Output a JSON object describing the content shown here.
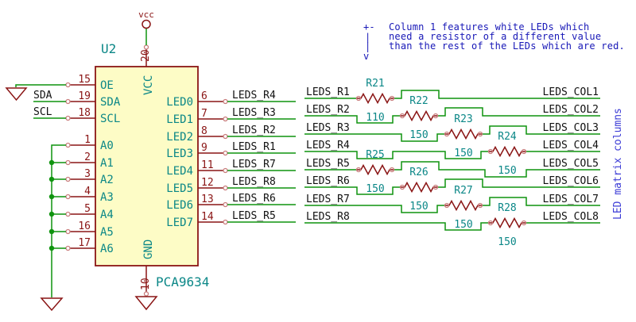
{
  "ic": {
    "reference": "U2",
    "part_number": "PCA9634",
    "left_pins": [
      {
        "number": "15",
        "name": "OE",
        "net": ""
      },
      {
        "number": "19",
        "name": "SDA",
        "net": "SDA"
      },
      {
        "number": "18",
        "name": "SCL",
        "net": "SCL"
      },
      {
        "number": "1",
        "name": "A0"
      },
      {
        "number": "2",
        "name": "A1"
      },
      {
        "number": "3",
        "name": "A2"
      },
      {
        "number": "4",
        "name": "A3"
      },
      {
        "number": "5",
        "name": "A4"
      },
      {
        "number": "16",
        "name": "A5"
      },
      {
        "number": "17",
        "name": "A6"
      }
    ],
    "right_pins": [
      {
        "number": "6",
        "name": "LED0",
        "net": "LEDS_R4"
      },
      {
        "number": "7",
        "name": "LED1",
        "net": "LEDS_R3"
      },
      {
        "number": "8",
        "name": "LED2",
        "net": "LEDS_R2"
      },
      {
        "number": "9",
        "name": "LED3",
        "net": "LEDS_R1"
      },
      {
        "number": "11",
        "name": "LED4",
        "net": "LEDS_R7"
      },
      {
        "number": "12",
        "name": "LED5",
        "net": "LEDS_R8"
      },
      {
        "number": "13",
        "name": "LED6",
        "net": "LEDS_R6"
      },
      {
        "number": "14",
        "name": "LED7",
        "net": "LEDS_R5"
      }
    ],
    "top_pin": {
      "number": "20",
      "name": "VCC"
    },
    "bottom_pin": {
      "number": "10",
      "name": "GND"
    },
    "power_label": "vcc"
  },
  "network": {
    "side_note": "LED matrix columns",
    "rows": [
      {
        "left": "LEDS_R1",
        "right": "LEDS_COL1",
        "ref": "R21",
        "value": "110"
      },
      {
        "left": "LEDS_R2",
        "right": "LEDS_COL2",
        "ref": "R22",
        "value": "150"
      },
      {
        "left": "LEDS_R3",
        "right": "LEDS_COL3",
        "ref": "R23",
        "value": "150"
      },
      {
        "left": "LEDS_R4",
        "right": "LEDS_COL4",
        "ref": "R24",
        "value": "150"
      },
      {
        "left": "LEDS_R5",
        "right": "LEDS_COL5",
        "ref": "R25",
        "value": "150"
      },
      {
        "left": "LEDS_R6",
        "right": "LEDS_COL6",
        "ref": "R26",
        "value": "150"
      },
      {
        "left": "LEDS_R7",
        "right": "LEDS_COL7",
        "ref": "R27",
        "value": "150"
      },
      {
        "left": "LEDS_R8",
        "right": "LEDS_COL8",
        "ref": "R28",
        "value": "150"
      }
    ]
  },
  "note": {
    "lines": [
      "Column 1 features white LEDs which",
      "need a resistor of a different value",
      "than the rest of the LEDs which are red."
    ],
    "arrow": {
      "top": "+-",
      "bar": "|",
      "head": "v"
    }
  },
  "colors": {
    "wire_green": "#0f940f",
    "symbol_maroon": "#8a1515",
    "ic_fill": "#fdfcc6",
    "teal_text": "#0b8787",
    "net_text": "#101010",
    "note_blue": "#1717b7",
    "side_note_blue": "#3b3bd6"
  }
}
